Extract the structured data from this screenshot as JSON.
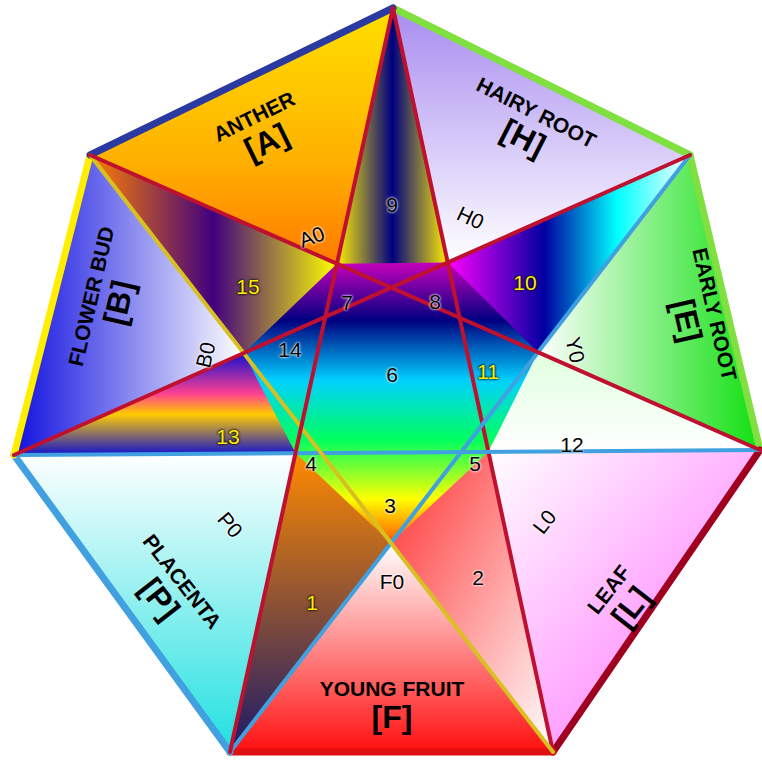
{
  "diagram": {
    "nodes": [
      {
        "text": [
          "ANTHER",
          "[A]"
        ]
      },
      {
        "text": [
          "HAIRY ROOT",
          "[H]"
        ]
      },
      {
        "text": [
          "FLOWER BUD",
          "[B]"
        ]
      },
      {
        "text": [
          "EARLY ROOT",
          "[E]"
        ]
      },
      {
        "text": [
          "PLACENTA",
          "[P]"
        ]
      },
      {
        "text": [
          "LEAF",
          "[L]"
        ]
      },
      {
        "text": [
          "YOUNG FRUIT",
          "[F]"
        ]
      }
    ],
    "edges": [],
    "labels": [
      "A0",
      "9",
      "H0",
      "15",
      "7",
      "8",
      "10",
      "B0",
      "Y0",
      "14",
      "6",
      "11",
      "13",
      "12",
      "4",
      "5",
      "P0",
      "3",
      "L0",
      "1",
      "2",
      "F0"
    ]
  }
}
